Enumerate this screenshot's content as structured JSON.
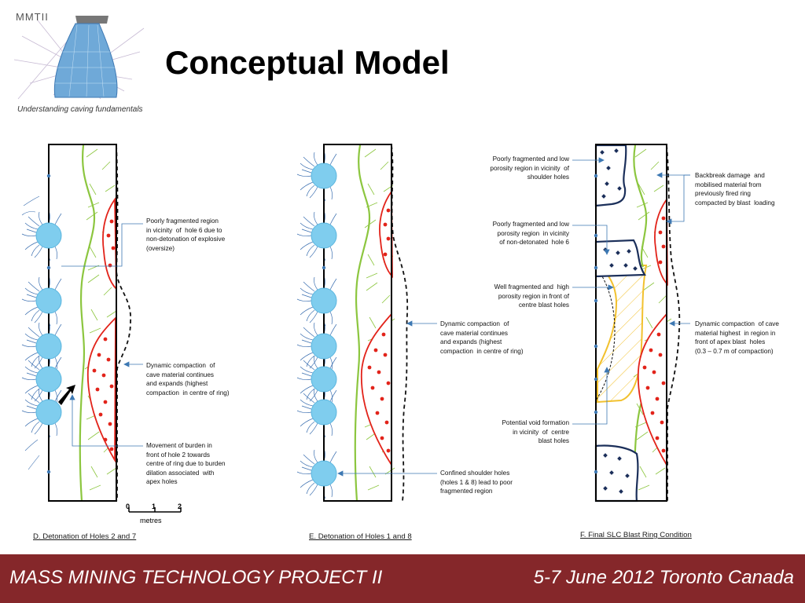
{
  "header": {
    "logo_text": "MMTII",
    "logo_tagline": "Understanding caving fundamentals",
    "title": "Conceptual Model"
  },
  "panels": {
    "d": {
      "caption": "D. Detonation of Holes 2 and 7",
      "ann1": "Poorly fragmented region\nin vicinity  of  hole 6 due to\nnon-detonation of explosive\n(oversize)",
      "ann2": "Dynamic compaction  of\ncave material continues\nand expands (highest\ncompaction  in centre of ring)",
      "ann3": "Movement of burden in\nfront of hole 2 towards\ncentre of ring due to burden\ndilation associated  with\napex holes"
    },
    "e": {
      "caption": "E. Detonation of Holes 1 and 8",
      "ann1": "Dynamic compaction  of\ncave material continues\nand expands (highest\ncompaction  in centre of ring)",
      "ann2": "Confined shoulder holes\n(holes 1 & 8) lead to poor\nfragmented region"
    },
    "f": {
      "caption": "F. Final SLC Blast Ring Condition",
      "ann1": "Poorly fragmented and low\nporosity region in vicinity  of\nshoulder holes",
      "ann2": "Poorly fragmented and low\nporosity region  in vicinity\nof non-detonated  hole 6",
      "ann3": "Well fragmented and  high\nporosity region in front of\ncentre blast holes",
      "ann4": "Potential void formation\nin vicinity  of  centre\nblast holes",
      "ann5": "Backbreak damage  and\nmobilised material from\npreviously fired ring\ncompacted by blast  loading",
      "ann6": "Dynamic compaction  of cave\nmaterial highest  in region in\nfront of apex blast  holes\n(0.3 – 0.7 m of compaction)"
    }
  },
  "scale": {
    "ticks": [
      "0",
      "1",
      "2"
    ],
    "unit": "metres"
  },
  "footer": {
    "left": "MASS MINING TECHNOLOGY PROJECT II",
    "right": "5-7 June 2012 Toronto Canada"
  },
  "colors": {
    "footer_bg": "#85272a",
    "hole_fill": "#7fcdee",
    "green_boundary": "#8cc63f",
    "red_compaction": "#e2231a",
    "yellow_region": "#f2c12e",
    "navy_region": "#1b2f5a"
  }
}
